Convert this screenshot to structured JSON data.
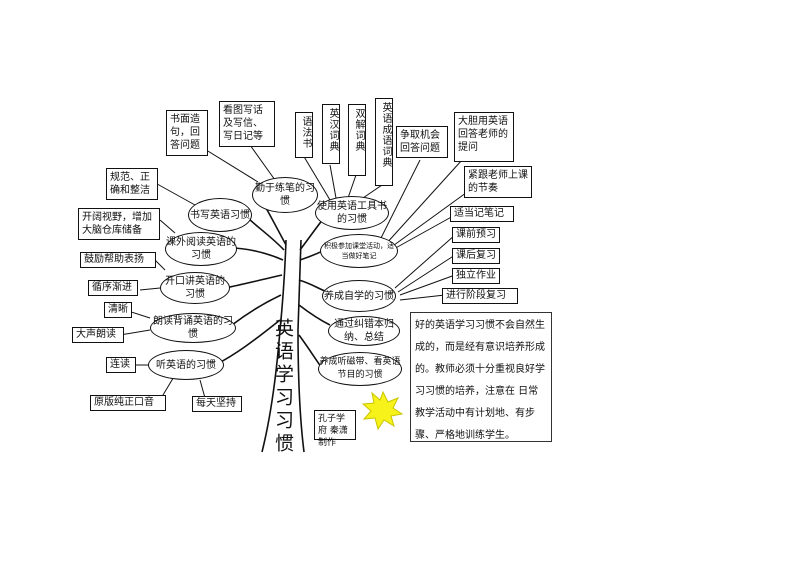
{
  "title": "英语学习习惯",
  "habits": [
    "勤于练笔的习惯",
    "书写英语习惯",
    "课外阅读英语的习惯",
    "开口讲英语的习惯",
    "朗读背诵英语的习惯",
    "听英语的习惯",
    "使用英语工具书的习惯",
    "积极参加课堂活动，适当做好笔记",
    "养成自学的习惯",
    "通过纠错本归纳、总结",
    "养成听磁带、看英语节目的习惯"
  ],
  "details": {
    "writing_practice": [
      "书面造句，回答问题",
      "看图写话及写信、写日记等"
    ],
    "handwriting": "规范、正确和整洁",
    "reading": "开阔视野，增加大脑仓库储备",
    "speaking": "鼓励帮助表扬",
    "step_by_step": "循序渐进",
    "clear": "清晰",
    "loud": "大声朗读",
    "fluent": "连读",
    "pure": "原版纯正口音",
    "daily": "每天坚持",
    "tools": [
      "语法书",
      "英汉词典",
      "双解词典",
      "英语成语词典"
    ],
    "classroom": [
      "争取机会回答问题",
      "大胆用英语回答老师的提问",
      "紧跟老师上课的节奏",
      "适当记笔记"
    ],
    "self_study": [
      "课前预习",
      "课后复习",
      "独立作业",
      "进行阶段复习"
    ]
  },
  "note": "好的英语学习习惯不会自然生成的，而是经有意识培养形成的。教师必须十分重视良好学习习惯的培养，注意在 日常教学活动中有计划地、有步骤、严格地训练学生。",
  "credit": "孔子学府 秦潇制作"
}
